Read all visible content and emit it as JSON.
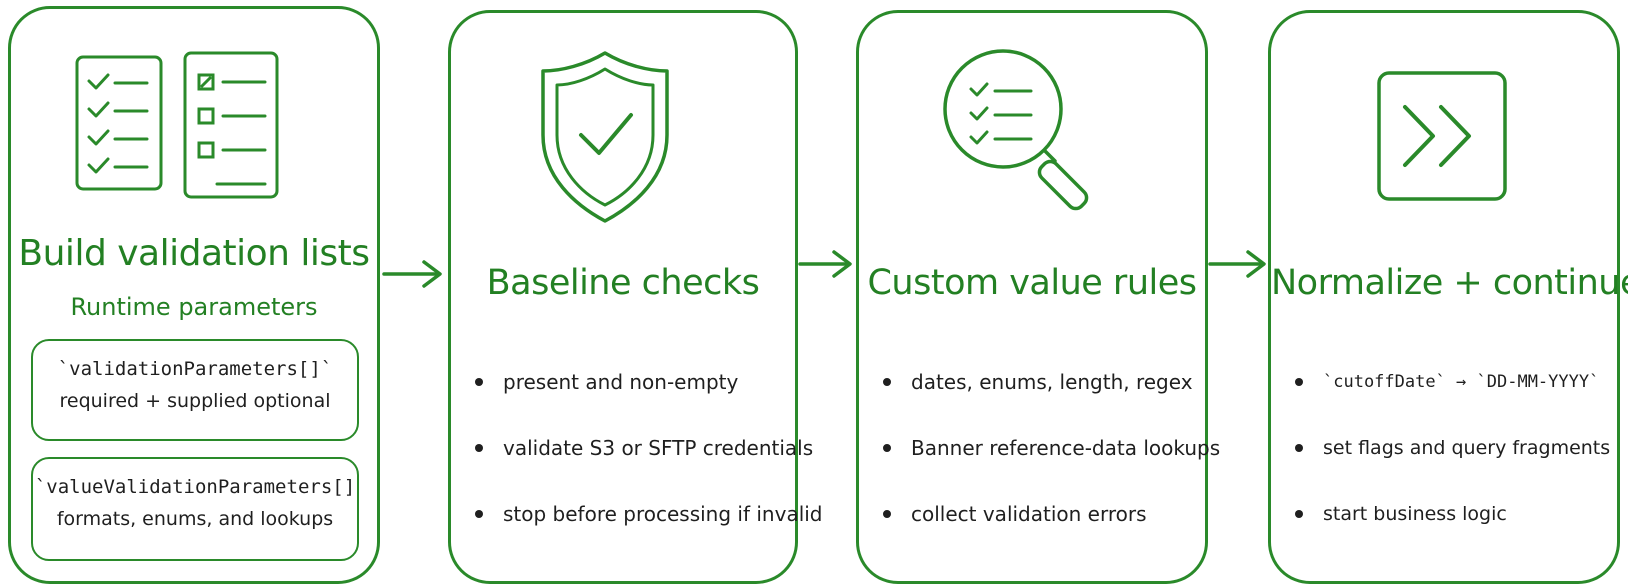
{
  "colors": {
    "accent": "#2a8a2a",
    "text": "#1f1f1f"
  },
  "cards": [
    {
      "title": "Build validation lists",
      "subtitle": "Runtime parameters",
      "icon": "checklist-icons",
      "boxes": [
        {
          "line1": "`validationParameters[]`",
          "line2": "required + supplied optional"
        },
        {
          "line1": "`valueValidationParameters[]",
          "line2": "formats, enums, and lookups"
        }
      ]
    },
    {
      "title": "Baseline checks",
      "icon": "shield-check-icon",
      "bullets": [
        "present and non-empty",
        "validate S3 or SFTP credentials",
        "stop before processing if invalid"
      ]
    },
    {
      "title": "Custom value rules",
      "icon": "magnifier-checklist-icon",
      "bullets": [
        "dates, enums, length, regex",
        "Banner reference-data lookups",
        "collect validation errors"
      ]
    },
    {
      "title": "Normalize + continue",
      "icon": "fast-forward-icon",
      "bullets": [
        "`cutoffDate` → `DD-MM-YYYY`",
        "set flags and query fragments",
        "start business logic"
      ]
    }
  ]
}
